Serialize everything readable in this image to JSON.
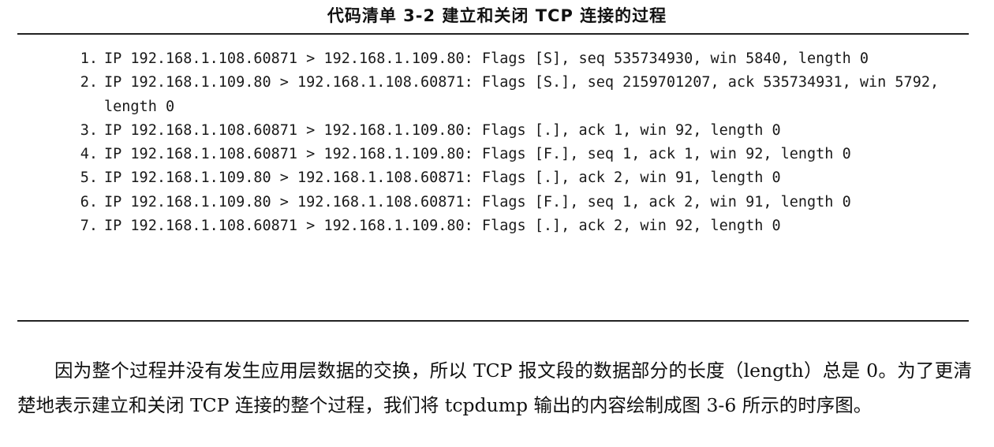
{
  "caption": "代码清单 3-2   建立和关闭 TCP 连接的过程",
  "code_listing": [
    {
      "num": "1.",
      "text": "IP 192.168.1.108.60871 > 192.168.1.109.80: Flags [S], seq 535734930, win 5840, length 0"
    },
    {
      "num": "2.",
      "text": "IP 192.168.1.109.80 > 192.168.1.108.60871: Flags [S.], seq 2159701207, ack 535734931, win 5792, length 0"
    },
    {
      "num": "3.",
      "text": "IP 192.168.1.108.60871 > 192.168.1.109.80: Flags [.], ack 1, win 92, length 0"
    },
    {
      "num": "4.",
      "text": "IP 192.168.1.108.60871 > 192.168.1.109.80: Flags [F.], seq 1, ack 1, win 92, length 0"
    },
    {
      "num": "5.",
      "text": "IP 192.168.1.109.80 > 192.168.1.108.60871: Flags [.], ack 2, win 91, length 0"
    },
    {
      "num": "6.",
      "text": "IP 192.168.1.109.80 > 192.168.1.108.60871: Flags [F.], seq 1, ack 2, win 91, length 0"
    },
    {
      "num": "7.",
      "text": "IP 192.168.1.108.60871 > 192.168.1.109.80: Flags [.], ack 2, win 92, length 0"
    }
  ],
  "paragraph": "因为整个过程并没有发生应用层数据的交换，所以 TCP 报文段的数据部分的长度（length）总是 0。为了更清楚地表示建立和关闭 TCP 连接的整个过程，我们将 tcpdump 输出的内容绘制成图 3-6 所示的时序图。"
}
